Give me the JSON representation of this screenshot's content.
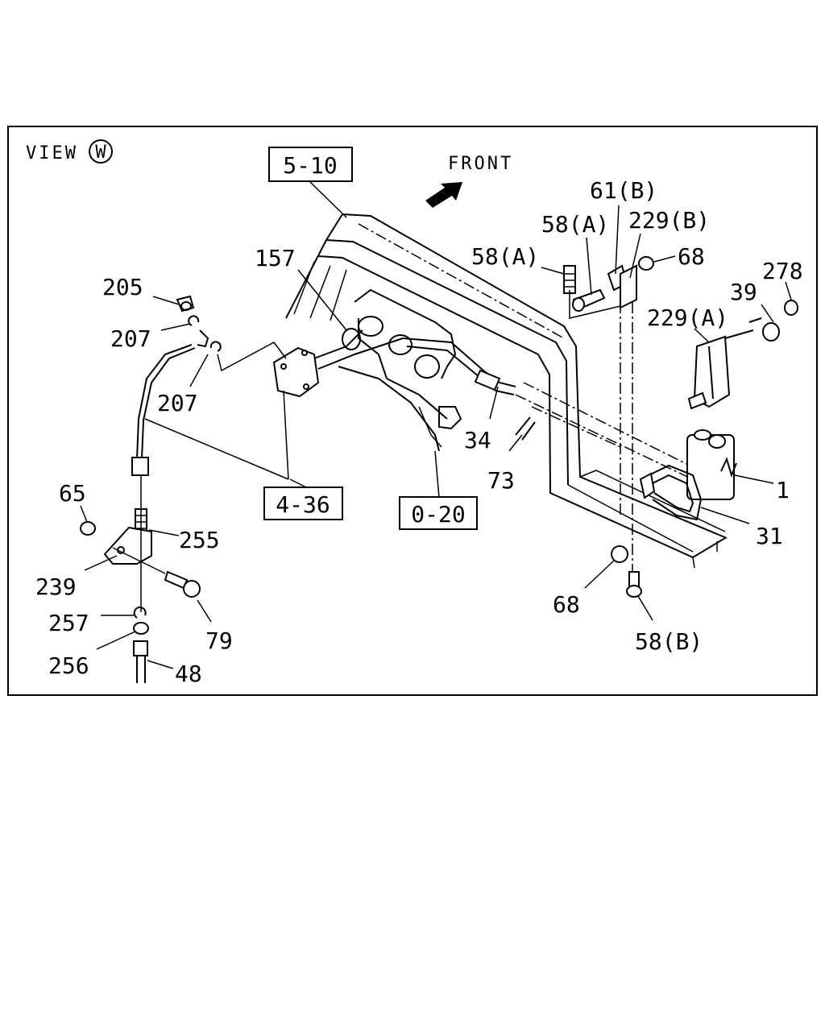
{
  "view": {
    "text": "VIEW",
    "circle_letter": "W"
  },
  "front_label": "FRONT",
  "ref_boxes": [
    {
      "id": "r510",
      "text": "5-10"
    },
    {
      "id": "r436",
      "text": "4-36"
    },
    {
      "id": "r020",
      "text": "0-20"
    }
  ],
  "labels": [
    {
      "id": "l157",
      "text": "157"
    },
    {
      "id": "l205",
      "text": "205"
    },
    {
      "id": "l207a",
      "text": "207"
    },
    {
      "id": "l207b",
      "text": "207"
    },
    {
      "id": "l65",
      "text": "65"
    },
    {
      "id": "l255",
      "text": "255"
    },
    {
      "id": "l239",
      "text": "239"
    },
    {
      "id": "l257",
      "text": "257"
    },
    {
      "id": "l79",
      "text": "79"
    },
    {
      "id": "l256",
      "text": "256"
    },
    {
      "id": "l48",
      "text": "48"
    },
    {
      "id": "l61b",
      "text": "61(B)"
    },
    {
      "id": "l58a1",
      "text": "58(A)"
    },
    {
      "id": "l229b",
      "text": "229(B)"
    },
    {
      "id": "l58a2",
      "text": "58(A)"
    },
    {
      "id": "l68a",
      "text": "68"
    },
    {
      "id": "l278",
      "text": "278"
    },
    {
      "id": "l39",
      "text": "39"
    },
    {
      "id": "l229a",
      "text": "229(A)"
    },
    {
      "id": "l34",
      "text": "34"
    },
    {
      "id": "l73",
      "text": "73"
    },
    {
      "id": "l1",
      "text": "1"
    },
    {
      "id": "l31",
      "text": "31"
    },
    {
      "id": "l68b",
      "text": "68"
    },
    {
      "id": "l58b",
      "text": "58(B)"
    }
  ]
}
